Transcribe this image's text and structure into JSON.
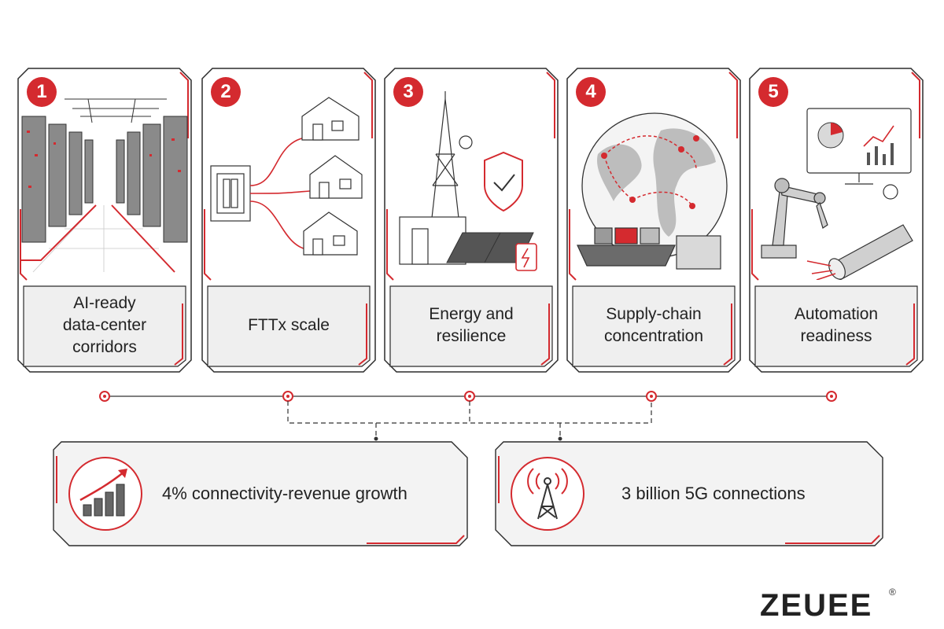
{
  "cards": [
    {
      "number": "1",
      "label": "AI-ready\ndata-center\ncorridors"
    },
    {
      "number": "2",
      "label": "FTTx scale"
    },
    {
      "number": "3",
      "label": "Energy and\nresilience"
    },
    {
      "number": "4",
      "label": "Supply-chain\nconcentration"
    },
    {
      "number": "5",
      "label": "Automation\nreadiness"
    }
  ],
  "stats": [
    {
      "label": "4% connectivity-revenue growth",
      "icon": "bar-chart-growth-icon"
    },
    {
      "label": "3 billion 5G connections",
      "icon": "cell-tower-icon"
    }
  ],
  "brand": {
    "name": "ZEUEE",
    "mark": "®"
  },
  "colors": {
    "accent": "#d42a2f",
    "line": "#2b2b2b",
    "panel": "#f1f1f1"
  }
}
